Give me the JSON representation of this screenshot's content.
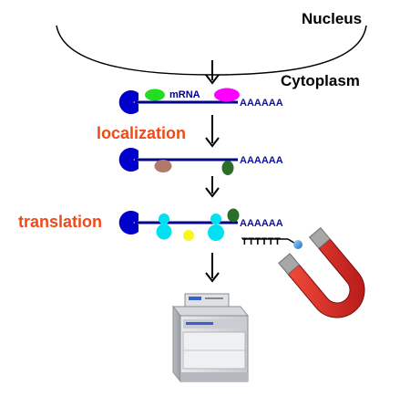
{
  "labels": {
    "nucleus": "Nucleus",
    "cytoplasm": "Cytoplasm",
    "mrna": "mRNA",
    "localization": "localization",
    "translation": "translation",
    "poly_a_1": "AAAAAA",
    "poly_a_2": "AAAAAA",
    "poly_a_3": "AAAAAA",
    "poly_t": "TTTTTT"
  },
  "colors": {
    "strand": "#00008b",
    "cap": "#0000cc",
    "red_label": "#f04a17",
    "green": "#22dd22",
    "magenta": "#ff00ff",
    "brown": "#b07a6a",
    "dark_green": "#2a6e2a",
    "cyan": "#00e0f0",
    "yellow": "#f7f720",
    "magnet_red": "#d8221f",
    "magnet_gray": "#9a9a9a",
    "bead": "#3aa0e8"
  },
  "icons": {
    "magnet": "horseshoe-magnet-icon",
    "instrument": "mass-spectrometer-icon"
  }
}
